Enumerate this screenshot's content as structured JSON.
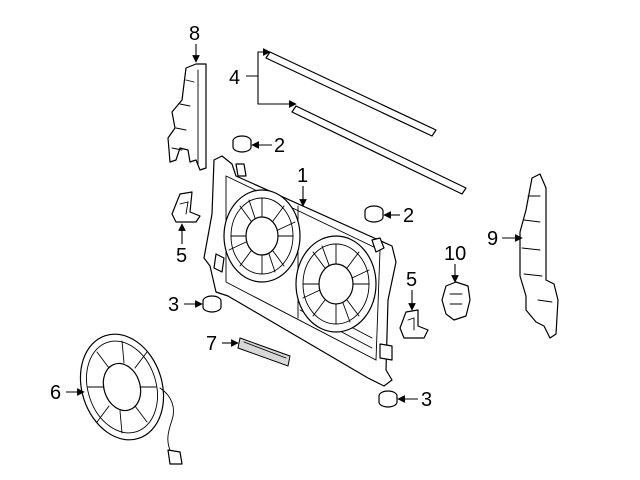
{
  "diagram": {
    "callouts": [
      "8",
      "4",
      "2",
      "1",
      "2",
      "9",
      "10",
      "5",
      "5",
      "3",
      "7",
      "6",
      "3"
    ]
  },
  "colors": {
    "line": "#000000",
    "background": "#ffffff",
    "seal_fill": "#d8d8d8"
  }
}
